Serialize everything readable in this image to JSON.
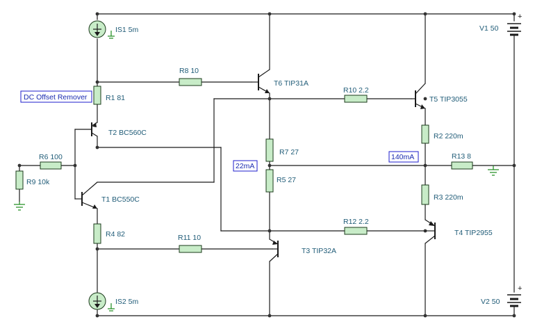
{
  "notes": {
    "dc_offset": "DC Offset Remover",
    "current_22": "22mA",
    "current_140": "140mA"
  },
  "labels": {
    "is1": "IS1 5m",
    "is2": "IS2 5m",
    "v1": "V1 50",
    "v2": "V2 50",
    "r1": "R1 81",
    "r2": "R2 220m",
    "r3": "R3 220m",
    "r4": "R4 82",
    "r5": "R5 27",
    "r6": "R6 100",
    "r7": "R7 27",
    "r8": "R8 10",
    "r9": "R9 10k",
    "r10": "R10 2.2",
    "r11": "R11 10",
    "r12": "R12 2.2",
    "r13": "R13 8",
    "t1": "T1 BC550C",
    "t2": "T2 BC560C",
    "t3": "T3 TIP32A",
    "t4": "T4 TIP2955",
    "t5": "T5 TIP3055",
    "t6": "T6 TIP31A"
  },
  "battery_plus": "+",
  "colors": {
    "wire": "#1b1b1b",
    "resistor_fill": "#c8ecc8",
    "label": "#1f5b77",
    "note_border": "#1d1dcc",
    "ground": "#1b8a1b"
  }
}
